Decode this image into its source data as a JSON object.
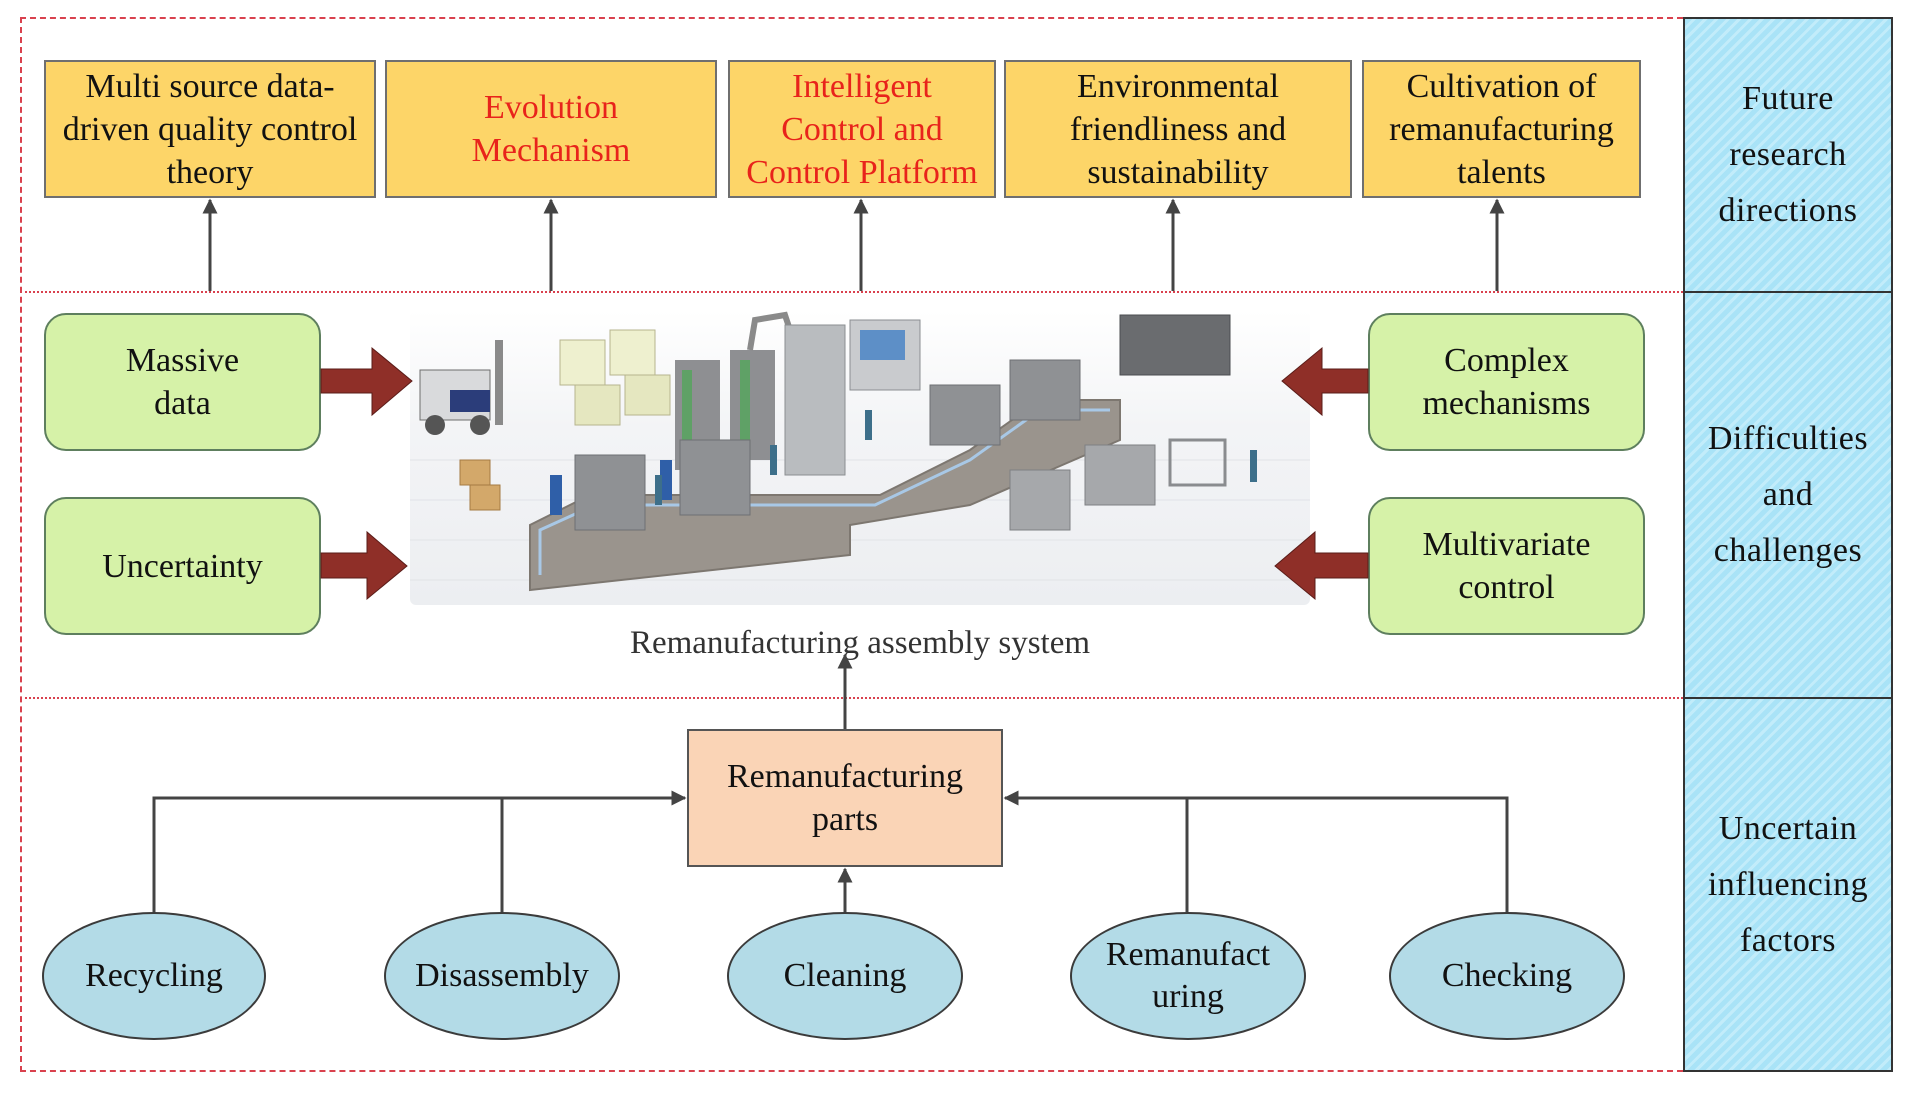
{
  "side_panel": {
    "future": "Future research directions",
    "difficulties": "Difficulties and challenges",
    "uncertain": "Uncertain influencing factors"
  },
  "future_directions": [
    {
      "label": "Multi source data-driven quality control theory",
      "highlight": false
    },
    {
      "label": "Evolution Mechanism",
      "highlight": true
    },
    {
      "label": "Intelligent Control and Control Platform",
      "highlight": true
    },
    {
      "label": "Environmental friendliness and sustainability",
      "highlight": false
    },
    {
      "label": "Cultivation of remanufacturing talents",
      "highlight": false
    }
  ],
  "challenges": {
    "left": [
      "Massive data",
      "Uncertainty"
    ],
    "right": [
      "Complex mechanisms",
      "Multivariate control"
    ]
  },
  "system": {
    "image_alt": "Remanufacturing assembly line illustration",
    "caption": "Remanufacturing assembly system"
  },
  "parts": {
    "label": "Remanufacturing parts"
  },
  "factors": [
    "Recycling",
    "Disassembly",
    "Cleaning",
    "Remanufact uring",
    "Checking"
  ],
  "colors": {
    "highlight_text": "#e8231b",
    "future_box": "#fdd568",
    "challenge_box": "#d6f2a8",
    "factor_ellipse": "#b3dbe7",
    "parts_box": "#fad4b6",
    "side_panel": "#a9e3f7",
    "dash": "#d9414e",
    "block_arrow": "#8f2f28"
  }
}
